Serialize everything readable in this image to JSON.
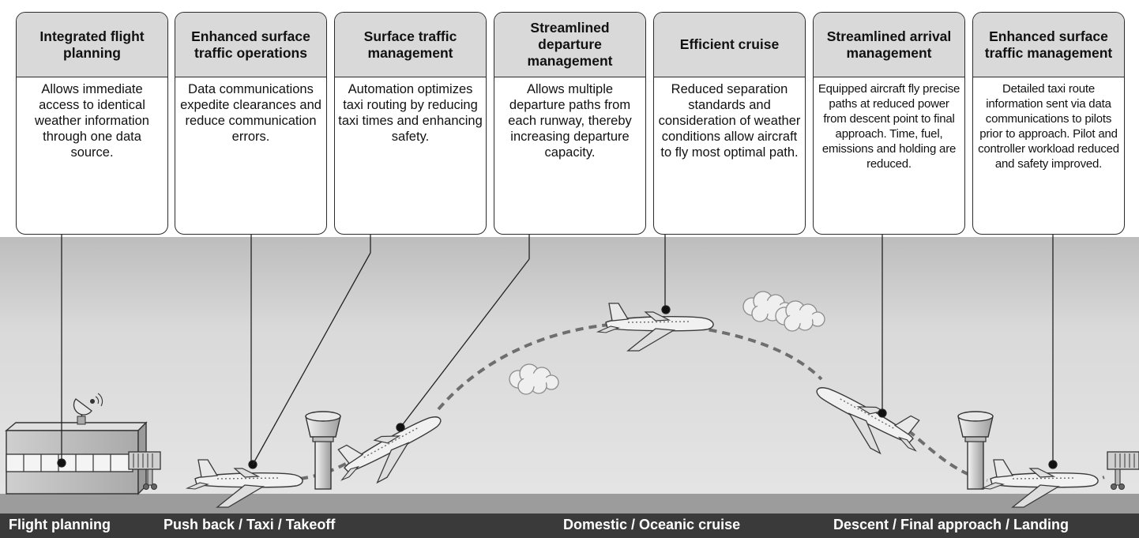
{
  "cards": [
    {
      "title": "Integrated flight planning",
      "body": "Allows immediate access to identical weather information through one data source."
    },
    {
      "title": "Enhanced surface traffic operations",
      "body": "Data communications expedite clearances and reduce communication errors."
    },
    {
      "title": "Surface traffic management",
      "body": "Automation optimizes taxi routing by reducing taxi times and enhancing safety."
    },
    {
      "title": "Streamlined departure management",
      "body": "Allows multiple departure paths from each runway, thereby increasing departure capacity."
    },
    {
      "title": "Efficient cruise",
      "body": "Reduced separation standards and consideration of weather conditions allow aircraft to fly most optimal path."
    },
    {
      "title": "Streamlined arrival management",
      "body": "Equipped aircraft fly precise paths at reduced power from descent point to final approach. Time, fuel, emissions and holding are reduced."
    },
    {
      "title": "Enhanced surface traffic management",
      "body": "Detailed taxi route information sent via data communications to pilots prior to approach. Pilot and controller workload reduced and safety improved."
    }
  ],
  "phases": {
    "flight_planning": "Flight planning",
    "push_back": "Push back / Taxi / Takeoff",
    "cruise": "Domestic / Oceanic cruise",
    "descent": "Descent / Final approach / Landing"
  },
  "colors": {
    "sky": "#d8d8d8",
    "ground": "#9c9c9c",
    "phase_bar": "#3a3a3a",
    "card_header": "#d9d9d9",
    "line": "#222222",
    "flight_path": "#6e6e6e"
  }
}
